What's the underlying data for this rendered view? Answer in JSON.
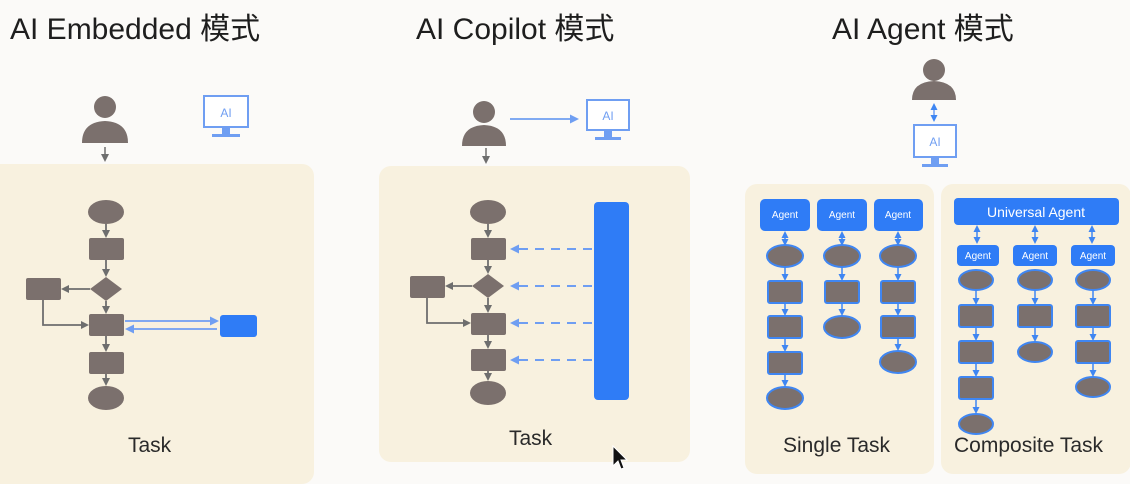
{
  "titles": {
    "embedded": "AI Embedded 模式",
    "copilot": "AI Copilot 模式",
    "agent": "AI Agent 模式"
  },
  "labels": {
    "task_embedded": "Task",
    "task_copilot": "Task",
    "single_task": "Single Task",
    "composite_task": "Composite Task",
    "ai_monitor_text": "AI",
    "agent_box": "Agent",
    "universal_agent": "Universal Agent"
  },
  "colors": {
    "panel_bg": "#f8f1df",
    "node_gray": "#7b706d",
    "accent_blue": "#2f7cf6",
    "light_blue": "#6f9ef2",
    "arrow_gray": "#6e6e6e"
  },
  "icons": [
    "user-icon",
    "ai-monitor-icon",
    "mouse-cursor-icon"
  ]
}
